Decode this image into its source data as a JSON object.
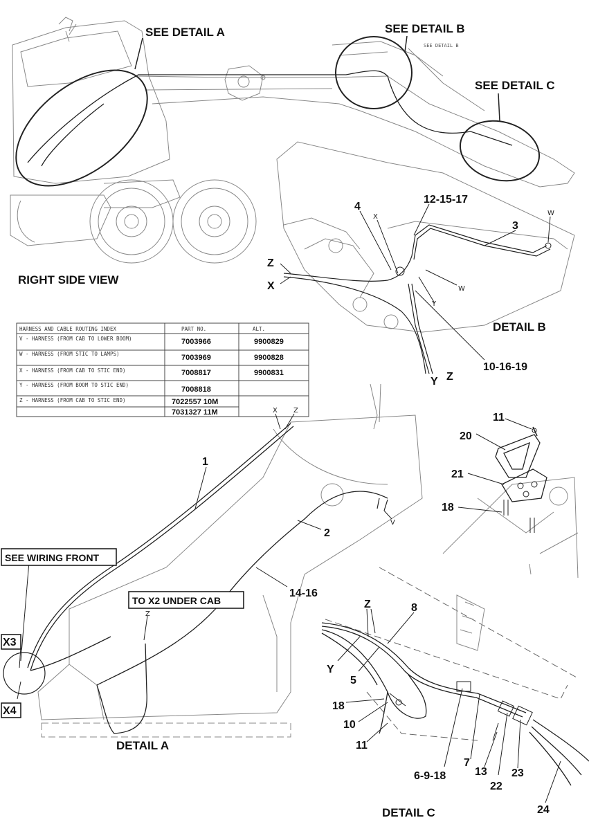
{
  "overview": {
    "see_detail_a": "SEE DETAIL A",
    "see_detail_b": "SEE DETAIL B",
    "see_detail_c": "SEE DETAIL C",
    "see_detail_b_small": "SEE DETAIL B",
    "view_title": "RIGHT SIDE VIEW"
  },
  "table": {
    "header_title": "HARNESS AND CABLE ROUTING INDEX",
    "header_part": "PART NO.",
    "header_alt": "ALT.",
    "rows": [
      {
        "desc": "V - HARNESS    (FROM CAB TO LOWER BOOM)",
        "part": "7003966",
        "alt": "9900829"
      },
      {
        "desc": "W - HARNESS    (FROM STIC TO LAMPS)",
        "part": "7003969",
        "alt": "9900828"
      },
      {
        "desc": "X - HARNESS    (FROM CAB TO STIC END)",
        "part": "7008817",
        "alt": "9900831"
      },
      {
        "desc": "Y -  HARNESS    (FROM BOOM TO STIC END)",
        "part": "7008818",
        "alt": ""
      },
      {
        "desc": "Z - HARNESS    (FROM CAB TO STIC END)",
        "part": "7022557 10M",
        "alt": ""
      },
      {
        "desc": "",
        "part": "7031327 11M",
        "alt": ""
      }
    ]
  },
  "detail_b": {
    "title": "DETAIL B",
    "callouts": {
      "c12_15_17": "12-15-17",
      "c4": "4",
      "cx": "X",
      "c3": "3",
      "cw_top": "W",
      "cz": "Z",
      "cx_left": "X",
      "cw": "W",
      "cy_small": "Y",
      "c10_16_19": "10-16-19",
      "cy": "Y",
      "cz_bottom": "Z"
    }
  },
  "detail_a": {
    "title": "DETAIL A",
    "callouts": {
      "cx": "X",
      "cz": "Z",
      "c1": "1",
      "c2": "2",
      "cv": "V",
      "c14_16": "14-16",
      "cz_small": "Z"
    },
    "see_wiring_front": "SEE WIRING FRONT",
    "to_x2": "TO X2 UNDER CAB",
    "x3": "X3",
    "x4": "X4"
  },
  "lamp_detail": {
    "callouts": {
      "c11": "11",
      "c20": "20",
      "c21": "21",
      "c18": "18"
    }
  },
  "detail_c": {
    "title": "DETAIL C",
    "callouts": {
      "cz": "Z",
      "c8": "8",
      "cy": "Y",
      "c5": "5",
      "c18": "18",
      "c10": "10",
      "c11": "11",
      "c6_9_18": "6-9-18",
      "c7": "7",
      "c13": "13",
      "c22": "22",
      "c23": "23",
      "c24": "24"
    }
  }
}
